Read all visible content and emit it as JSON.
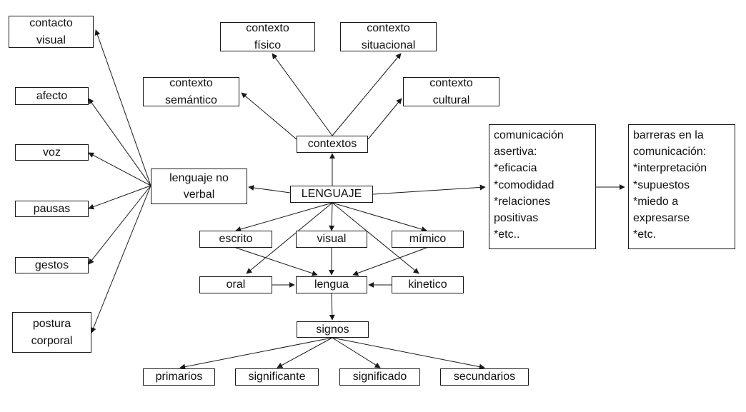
{
  "nodes": {
    "lenguaje": [
      "LENGUAJE"
    ],
    "contextos": [
      "contextos"
    ],
    "contexto_fisico": [
      "contexto",
      "físico"
    ],
    "contexto_situacional": [
      "contexto",
      "situacional"
    ],
    "contexto_semantico": [
      "contexto",
      "semántico"
    ],
    "contexto_cultural": [
      "contexto",
      "cultural"
    ],
    "lenguaje_no_verbal": [
      "lenguaje no",
      "verbal"
    ],
    "contacto_visual": [
      "contacto",
      "visual"
    ],
    "afecto": [
      "afecto"
    ],
    "voz": [
      "voz"
    ],
    "pausas": [
      "pausas"
    ],
    "gestos": [
      "gestos"
    ],
    "postura_corporal": [
      "postura",
      "corporal"
    ],
    "escrito": [
      "escrito"
    ],
    "visual": [
      "visual"
    ],
    "mimico": [
      "mímico"
    ],
    "oral": [
      "oral"
    ],
    "lengua": [
      "lengua"
    ],
    "kinetico": [
      "kinetico"
    ],
    "signos": [
      "signos"
    ],
    "primarios": [
      "primarios"
    ],
    "significante": [
      "significante"
    ],
    "significado": [
      "significado"
    ],
    "secundarios": [
      "secundarios"
    ],
    "comunicacion_asertiva": [
      "comunicación",
      "asertiva:",
      "*eficacia",
      "*comodidad",
      "*relaciones",
      "positivas",
      "*etc.."
    ],
    "barreras": [
      "barreras en la",
      "comunicación:",
      "*interpretación",
      "*supuestos",
      "*miedo a",
      "expresarse",
      "*etc."
    ]
  }
}
